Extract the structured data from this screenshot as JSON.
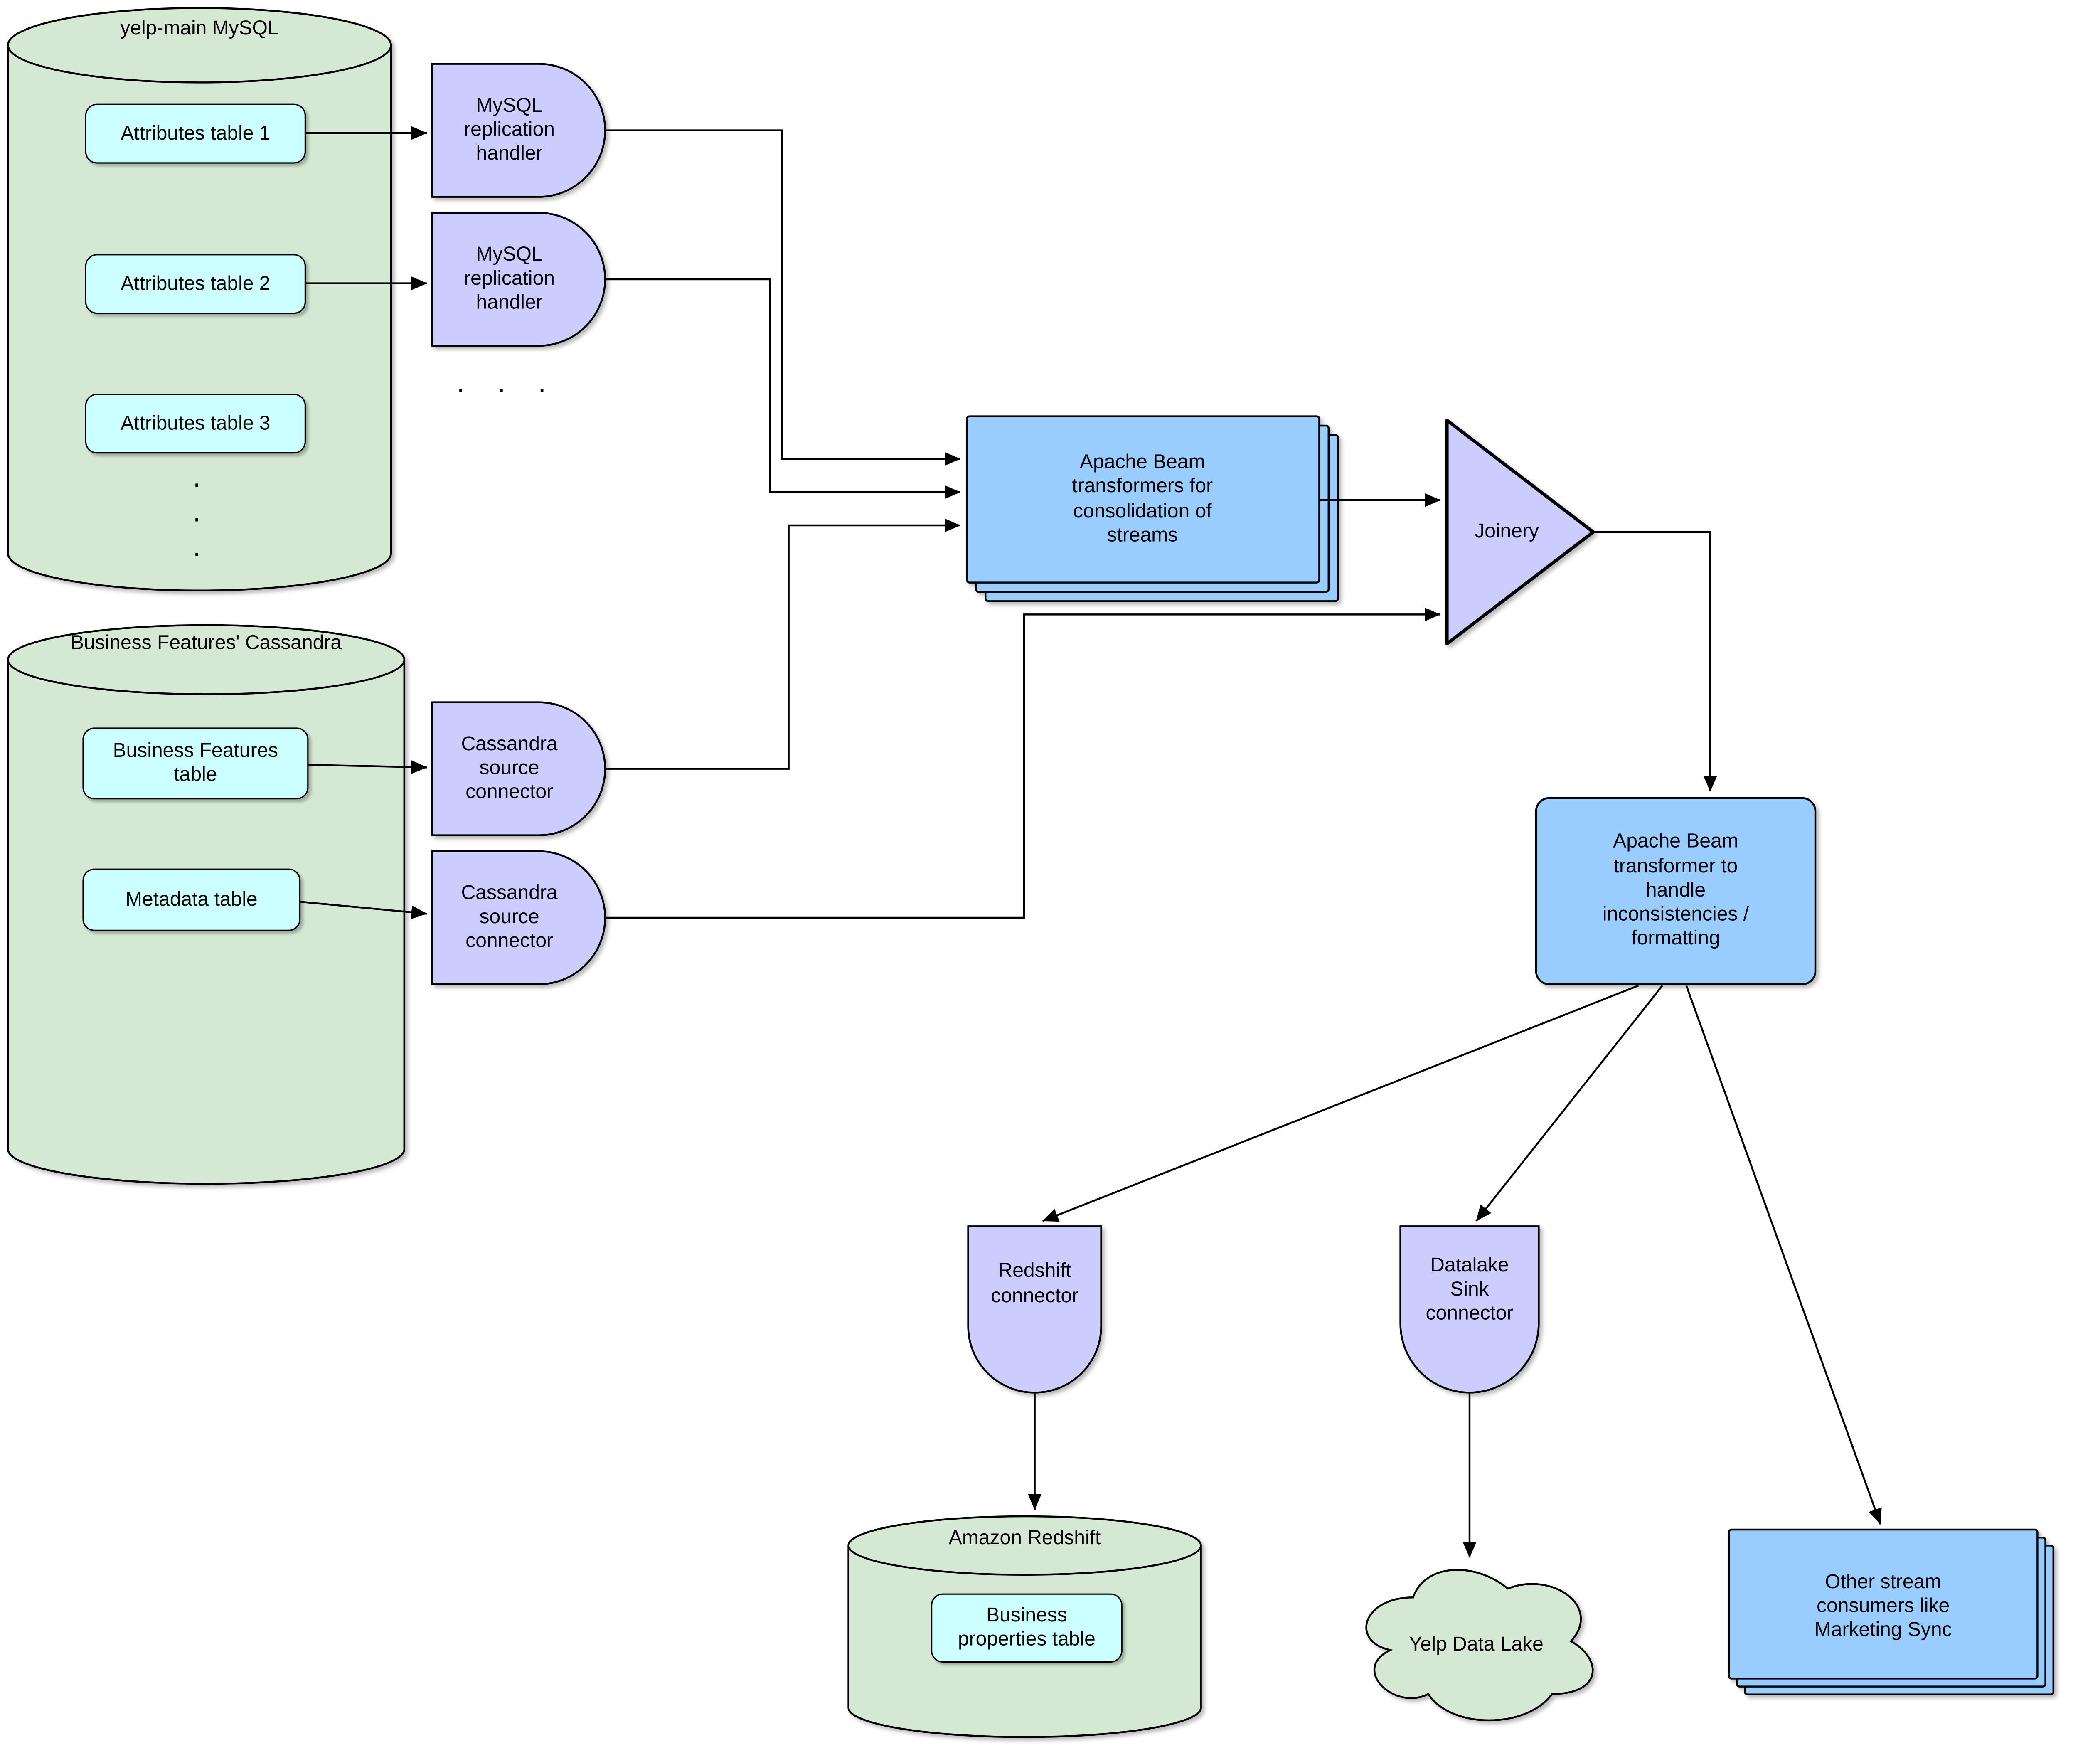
{
  "mysql_db": {
    "title": "yelp-main MySQL",
    "tables": [
      "Attributes table 1",
      "Attributes table 2",
      "Attributes table 3"
    ],
    "more_dots": ".\n.\n."
  },
  "mysql_handlers": {
    "handler_1": "MySQL replication handler",
    "handler_2": "MySQL replication handler",
    "more_dots": ".    .    ."
  },
  "cassandra_db": {
    "title": "Business Features' Cassandra",
    "business_features_table": "Business Features table",
    "metadata_table": "Metadata table"
  },
  "cassandra_connectors": {
    "connector_1": "Cassandra source connector",
    "connector_2": "Cassandra source connector"
  },
  "beam_consolidation": {
    "label": "Apache Beam transformers for consolidation of streams"
  },
  "joinery": {
    "label": "Joinery"
  },
  "beam_formatting": {
    "label": "Apache Beam transformer to handle inconsistencies / formatting"
  },
  "redshift_connector": {
    "label": "Redshift connector"
  },
  "datalake_connector": {
    "label": "Datalake Sink connector"
  },
  "amazon_redshift": {
    "title": "Amazon Redshift",
    "table": "Business properties table"
  },
  "yelp_data_lake": {
    "label": "Yelp Data Lake"
  },
  "other_consumers": {
    "label": "Other stream consumers like Marketing Sync"
  },
  "colors": {
    "database_green": "#d5e8d4",
    "table_cyan": "#ccffff",
    "connector_purple": "#ccccff",
    "processor_blue": "#99ccff",
    "stroke_black": "#000000"
  }
}
